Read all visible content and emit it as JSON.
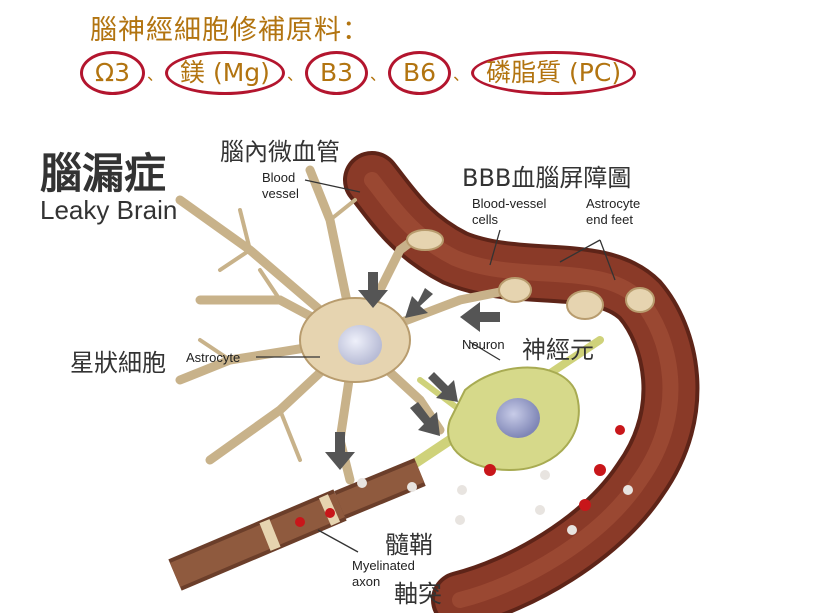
{
  "heading": "腦神經細胞修補原料：",
  "nutrients": [
    "Ω3",
    "鎂 (Mg)",
    "B3",
    "B6",
    "磷脂質 (PC)"
  ],
  "separator": "、",
  "colors": {
    "heading": "#b27410",
    "circle": "#b3152e",
    "vessel": "#8a3a28",
    "astrocyte": "#e6d4b0",
    "neuron": "#d6d98a",
    "arrow": "#555555"
  },
  "labels": {
    "leaky_zh": "腦漏症",
    "leaky_en": "Leaky Brain",
    "microvessel_zh": "腦內微血管",
    "blood_vessel_line1": "Blood",
    "blood_vessel_line2": "vessel",
    "bbb_zh": "BBB血腦屏障圖",
    "bv_cells_line1": "Blood-vessel",
    "bv_cells_line2": "cells",
    "astro_feet_line1": "Astrocyte",
    "astro_feet_line2": "end feet",
    "astrocyte_zh": "星狀細胞",
    "astrocyte_en": "Astrocyte",
    "neuron_en": "Neuron",
    "neuron_zh": "神經元",
    "myelin_zh": "髓鞘",
    "myelinated_line1": "Myelinated",
    "myelinated_line2": "axon",
    "axon_zh": "軸突"
  }
}
